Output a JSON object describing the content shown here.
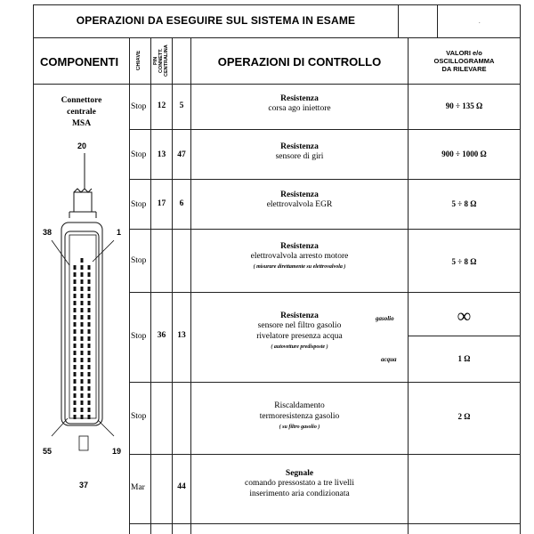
{
  "header": {
    "title": "OPERAZIONI DA ESEGUIRE SUL SISTEMA IN ESAME",
    "extra_mark": "."
  },
  "columns": {
    "componenti": "COMPONENTI",
    "chiave": "CHIAVE",
    "pin_connett_lines": [
      "PIN",
      "CONNETT.",
      "CENTRALINA"
    ],
    "operazioni": "OPERAZIONI DI CONTROLLO",
    "valori_lines": [
      "VALORI e/o",
      "OSCILLOGRAMMA",
      "DA RILEVARE"
    ]
  },
  "component": {
    "name_lines": [
      "Connettore",
      "centrale",
      "MSA"
    ],
    "pins": {
      "top": "20",
      "left": "38",
      "right": "1",
      "bottom_left": "55",
      "bottom_right": "19",
      "bottom": "37"
    }
  },
  "rows": [
    {
      "key": "Stop",
      "pin_a": "12",
      "pin_b": "5",
      "title": "Resistenza",
      "desc": "corsa ago iniettore",
      "value": "90 ÷ 135 Ω"
    },
    {
      "key": "Stop",
      "pin_a": "13",
      "pin_b": "47",
      "title": "Resistenza",
      "desc": "sensore di giri",
      "value": "900 ÷ 1000 Ω"
    },
    {
      "key": "Stop",
      "pin_a": "17",
      "pin_b": "6",
      "title": "Resistenza",
      "desc": "elettrovalvola EGR",
      "value": "5 ÷ 8 Ω"
    },
    {
      "key": "Stop",
      "pin_a": "",
      "pin_b": "",
      "title": "Resistenza",
      "desc": "elettrovalvola arresto motore",
      "note": "( misurare direttamente su elettrovalvola )",
      "value": "5 ÷ 8 Ω"
    },
    {
      "key": "Stop",
      "pin_a": "36",
      "pin_b": "13",
      "title": "Resistenza",
      "desc1": "sensore nel filtro gasolio",
      "desc2": "rivelatore presenza acqua",
      "note": "( autovetture predisposte )",
      "sub1": "gasolio",
      "sub2": "acqua",
      "value1": "∞",
      "value2": "1 Ω"
    },
    {
      "key": "Stop",
      "pin_a": "",
      "pin_b": "",
      "title": "Riscaldamento",
      "desc": "termoresistenza gasolio",
      "note": "( su filtro gasolio )",
      "value": "2 Ω"
    },
    {
      "key": "Mar",
      "pin_a": "",
      "pin_b": "44",
      "title": "Segnale",
      "desc1": "comando pressostato a tre livelli",
      "desc2": "inserimento aria condizionata",
      "value": ""
    }
  ]
}
